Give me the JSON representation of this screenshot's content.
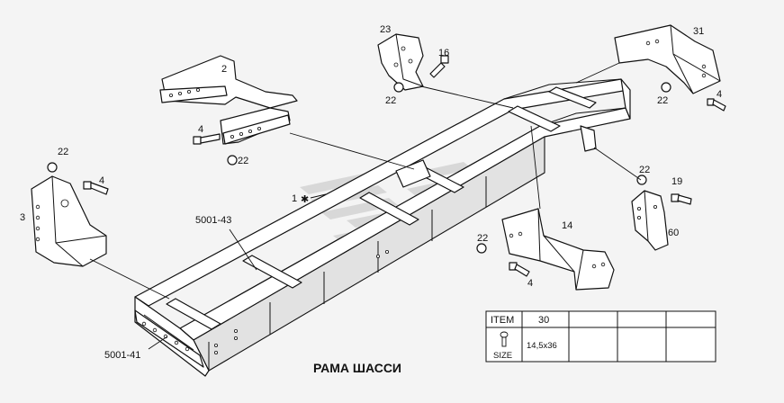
{
  "title": "РАМА ШАССИ",
  "callouts": {
    "c2": "2",
    "c3": "3",
    "c4a": "4",
    "c4b": "4",
    "c4c": "4",
    "c4d": "4",
    "c14": "14",
    "c16": "16",
    "c19": "19",
    "c22a": "22",
    "c22b": "22",
    "c22c": "22",
    "c22d": "22",
    "c22e": "22",
    "c22f": "22",
    "c23": "23",
    "c31": "31",
    "c60": "60",
    "c1": "1",
    "c5001_43": "5001-43",
    "c5001_41": "5001-41"
  },
  "table": {
    "item_header": "ITEM",
    "size_header": "SIZE",
    "item_value": "30",
    "size_value": "14,5x36"
  },
  "icons": {
    "bolt": "bolt-icon",
    "watermark": "logo-watermark"
  },
  "colors": {
    "line": "#111111",
    "background": "#f4f4f4",
    "watermark": "#cfcfcf"
  }
}
